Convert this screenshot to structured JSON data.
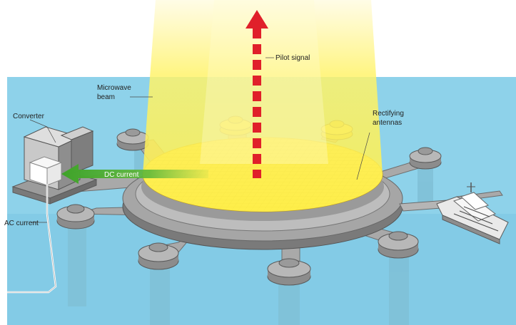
{
  "labels": {
    "pilot_signal": "Pilot signal",
    "microwave_beam_line1": "Microwave",
    "microwave_beam_line2": "beam",
    "converter": "Converter",
    "rectifying_line1": "Rectifying",
    "rectifying_line2": "antennas",
    "dc_current": "DC current",
    "ac_current": "AC current"
  },
  "colors": {
    "sea": "#8ed2ea",
    "sea_dark": "#6cbfdd",
    "platform": "#8a8a8a",
    "platform_light": "#b4b4b4",
    "beam": "#fff36a",
    "antenna_grid": "#e5c632",
    "pilot_arrow": "#e0202a",
    "dc_arrow": "#5fb83a"
  }
}
